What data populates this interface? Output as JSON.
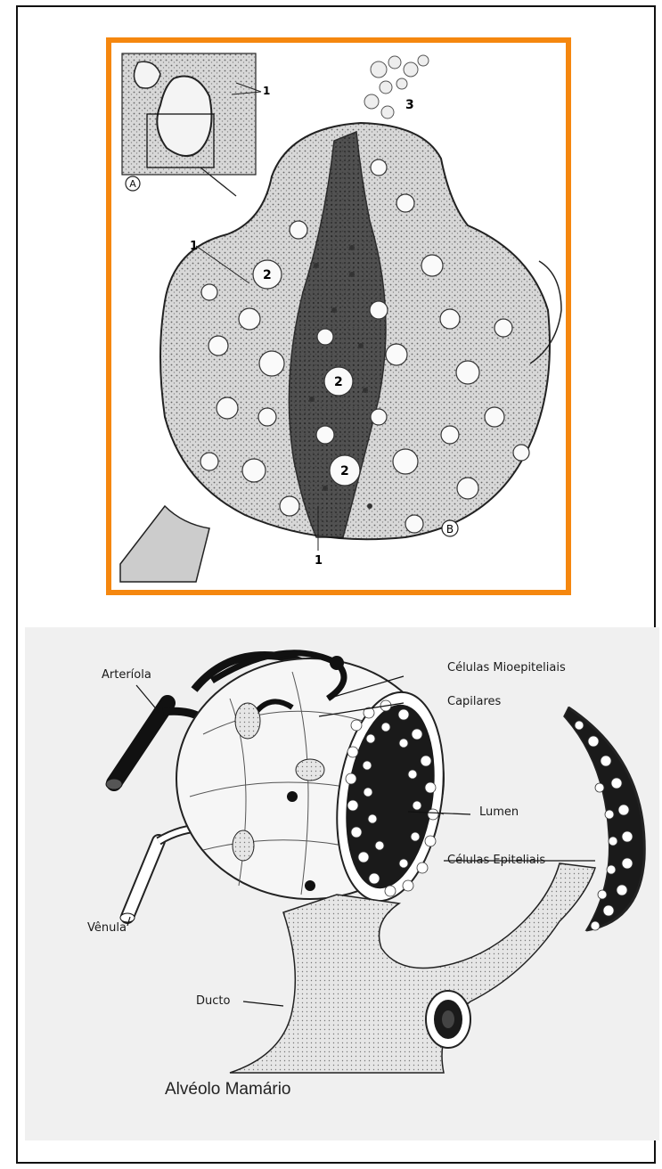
{
  "figure_top": {
    "markers": {
      "panel_a": "A",
      "panel_b": "B",
      "label_1a": "1",
      "label_1b": "1",
      "label_1c": "1",
      "label_2a": "2",
      "label_2b": "2",
      "label_2c": "2",
      "label_3": "3"
    },
    "frame_color": "#f5870f"
  },
  "figure_bottom": {
    "labels": {
      "arteriola": "Arteríola",
      "mioepiteliais": "Células Mioepiteliais",
      "capilares": "Capilares",
      "lumen": "Lumen",
      "epiteliais": "Células Epiteliais",
      "venula": "Vênula",
      "ducto": "Ducto"
    },
    "caption": "Alvéolo Mamário"
  }
}
